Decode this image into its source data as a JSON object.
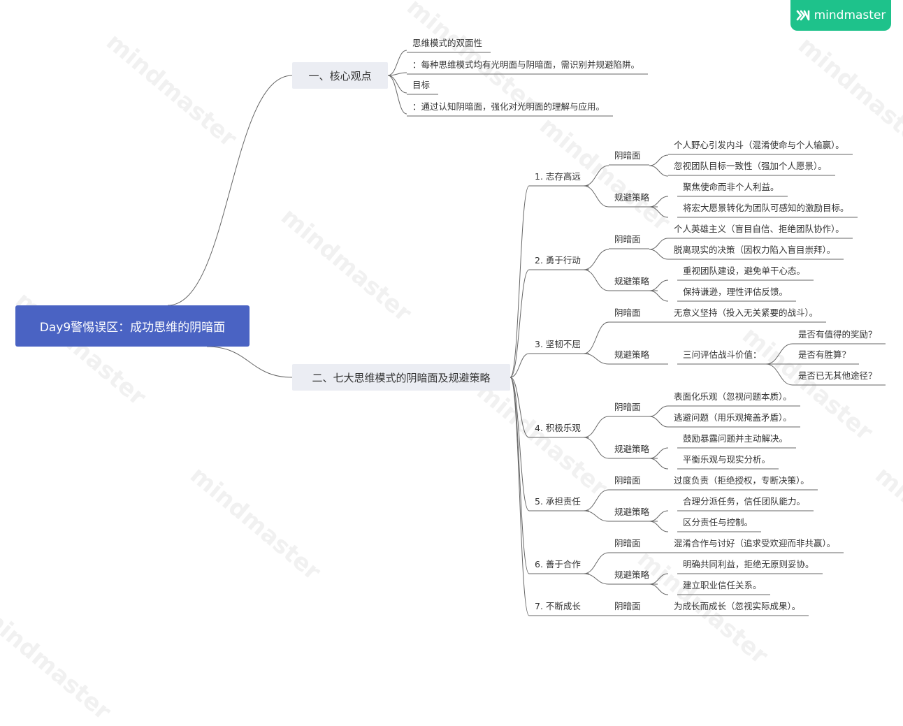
{
  "brand": {
    "name": "mindmaster",
    "color": "#1ec28b",
    "icon": "mindmaster-logo-icon"
  },
  "watermark": "mindmaster",
  "colors": {
    "root": "#4a63c3",
    "main": "#ebedf3",
    "line": "#666666"
  },
  "root": {
    "title": "Day9警惕误区：成功思维的阴暗面"
  },
  "branches": [
    {
      "title": "一、核心观点",
      "items": [
        {
          "label": "思维模式的双面性"
        },
        {
          "label": "：每种思维模式均有光明面与阴暗面，需识别并规避陷阱。"
        },
        {
          "label": "目标"
        },
        {
          "label": "：通过认知阴暗面，强化对光明面的理解与应用。"
        }
      ]
    },
    {
      "title": "二、七大思维模式的阴暗面及规避策略",
      "items": [
        {
          "label": "1. 志存高远",
          "children": [
            {
              "label": "阴暗面",
              "children": [
                {
                  "label": "个人野心引发内斗（混淆使命与个人输赢）。"
                },
                {
                  "label": "忽视团队目标一致性（强加个人愿景）。"
                }
              ]
            },
            {
              "label": "规避策略",
              "children": [
                {
                  "label": "聚焦使命而非个人利益。"
                },
                {
                  "label": "将宏大愿景转化为团队可感知的激励目标。"
                }
              ]
            }
          ]
        },
        {
          "label": "2. 勇于行动",
          "children": [
            {
              "label": "阴暗面",
              "children": [
                {
                  "label": "个人英雄主义（盲目自信、拒绝团队协作）。"
                },
                {
                  "label": "脱离现实的决策（因权力陷入盲目崇拜）。"
                }
              ]
            },
            {
              "label": "规避策略",
              "children": [
                {
                  "label": "重视团队建设，避免单干心态。"
                },
                {
                  "label": "保持谦逊，理性评估反馈。"
                }
              ]
            }
          ]
        },
        {
          "label": "3. 坚韧不屈",
          "children": [
            {
              "label": "阴暗面",
              "children": [
                {
                  "label": "无意义坚持（投入无关紧要的战斗）。"
                }
              ]
            },
            {
              "label": "规避策略",
              "children": [
                {
                  "label": "三问评估战斗价值：",
                  "children": [
                    {
                      "label": "是否有值得的奖励？"
                    },
                    {
                      "label": "是否有胜算？"
                    },
                    {
                      "label": "是否已无其他途径？"
                    }
                  ]
                }
              ]
            }
          ]
        },
        {
          "label": "4. 积极乐观",
          "children": [
            {
              "label": "阴暗面",
              "children": [
                {
                  "label": "表面化乐观（忽视问题本质）。"
                },
                {
                  "label": "逃避问题（用乐观掩盖矛盾）。"
                }
              ]
            },
            {
              "label": "规避策略",
              "children": [
                {
                  "label": "鼓励暴露问题并主动解决。"
                },
                {
                  "label": "平衡乐观与现实分析。"
                }
              ]
            }
          ]
        },
        {
          "label": "5. 承担责任",
          "children": [
            {
              "label": "阴暗面",
              "children": [
                {
                  "label": "过度负责（拒绝授权，专断决策）。"
                }
              ]
            },
            {
              "label": "规避策略",
              "children": [
                {
                  "label": "合理分派任务，信任团队能力。"
                },
                {
                  "label": "区分责任与控制。"
                }
              ]
            }
          ]
        },
        {
          "label": "6. 善于合作",
          "children": [
            {
              "label": "阴暗面",
              "children": [
                {
                  "label": "混淆合作与讨好（追求受欢迎而非共赢）。"
                }
              ]
            },
            {
              "label": "规避策略",
              "children": [
                {
                  "label": "明确共同利益，拒绝无原则妥协。"
                },
                {
                  "label": "建立职业信任关系。"
                }
              ]
            }
          ]
        },
        {
          "label": "7. 不断成长",
          "children": [
            {
              "label": "阴暗面",
              "children": [
                {
                  "label": "为成长而成长（忽视实际成果）。"
                }
              ]
            }
          ]
        }
      ]
    }
  ]
}
